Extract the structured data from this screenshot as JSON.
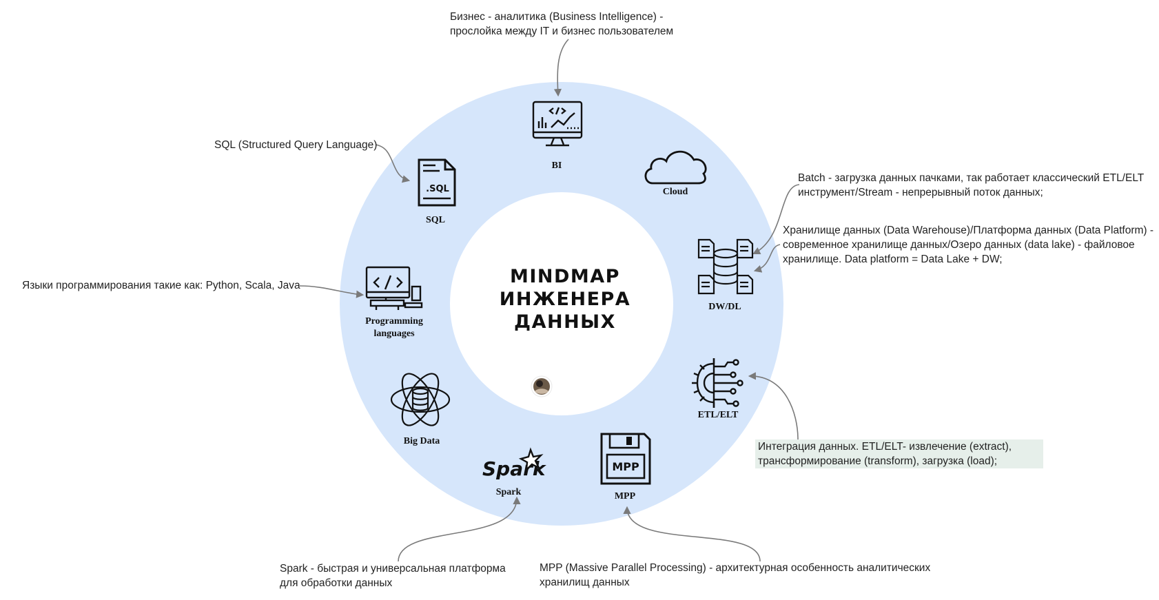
{
  "title": {
    "line1": "MINDMAP",
    "line2": "ИНЖЕНЕРА",
    "line3": "ДАННЫХ"
  },
  "nodes": {
    "bi": "BI",
    "cloud": "Cloud",
    "sql": "SQL",
    "dwdl": "DW/DL",
    "programming_1": "Programming",
    "programming_2": "languages",
    "etl": "ETL/ELT",
    "bigdata": "Big Data",
    "spark": "Spark",
    "mpp": "MPP"
  },
  "icon_text": {
    "sql_file": ".SQL",
    "mpp_box": "MPP",
    "spark_logo": "Spark"
  },
  "notes": {
    "bi": [
      "Бизнес - аналитика (Business Intelligence) -",
      "прослойка между IT и бизнес пользователем"
    ],
    "sql": [
      "SQL (Structured Query Language)"
    ],
    "batch": [
      "Batch - загрузка данных пачками, так работает классический ETL/ELT",
      "инструмент/Stream - непрерывный поток данных;"
    ],
    "dw": [
      "Хранилище данных (Data Warehouse)/Платформа данных (Data Platform) -",
      "современное хранилище данных/Озеро данных (data lake) - файловое",
      "хранилище. Data platform = Data Lake + DW;"
    ],
    "prog": [
      "Языки программирования такие как: Python, Scala, Java"
    ],
    "etl": [
      "Интеграция данных. ETL/ELT- извлечение (extract),",
      "трансформирование (transform), загрузка (load);"
    ],
    "spark": [
      "Spark - быстрая и универсальная платформа",
      "для обработки данных"
    ],
    "mpp": [
      "MPP (Massive Parallel Processing) - архитектурная особенность аналитических",
      "хранилищ данных"
    ]
  },
  "colors": {
    "ring": "#d6e6fb",
    "center": "#ffffff",
    "connector": "#7a7a7a",
    "icon": "#111111",
    "highlight": "#e6efea"
  },
  "icons": [
    "monitor-chart-icon",
    "cloud-icon",
    "sql-file-icon",
    "database-documents-icon",
    "code-monitor-icon",
    "gear-network-icon",
    "atom-database-icon",
    "spark-logo-icon",
    "floppy-mpp-icon",
    "avatar"
  ]
}
